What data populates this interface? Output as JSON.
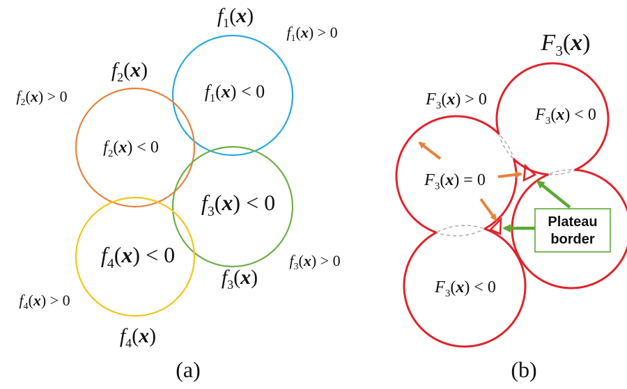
{
  "panels": {
    "a": {
      "caption": "(a)",
      "circles": [
        {
          "id": "f1",
          "color": "#29a9e0",
          "title": "f1(x)",
          "inside": "f1(x) < 0",
          "outside": "f1(x) > 0"
        },
        {
          "id": "f2",
          "color": "#e8823a",
          "title": "f2(x)",
          "inside": "f2(x) < 0",
          "outside": "f2(x) > 0"
        },
        {
          "id": "f3",
          "color": "#70ad47",
          "title": "f3(x)",
          "inside": "f3(x) < 0",
          "outside": "f3(x) > 0"
        },
        {
          "id": "f4",
          "color": "#f5c518",
          "title": "f4(x)",
          "inside": "f4(x) < 0",
          "outside": "f4(x) > 0"
        }
      ]
    },
    "b": {
      "caption": "(b)",
      "title": "F3(x)",
      "outside_label": "F3(x) > 0",
      "zero_label": "F3(x) = 0",
      "inside_top": "F3(x) < 0",
      "inside_bottom": "F3(x) < 0",
      "plateau_label": [
        "Plateau",
        "border"
      ],
      "union_color": "#e0232a",
      "hidden_arc_color": "#a6a6a6",
      "orange_arrow_color": "#e8823a",
      "green_arrow_color": "#5aa832",
      "plateau_box_color": "#5aa832"
    }
  }
}
